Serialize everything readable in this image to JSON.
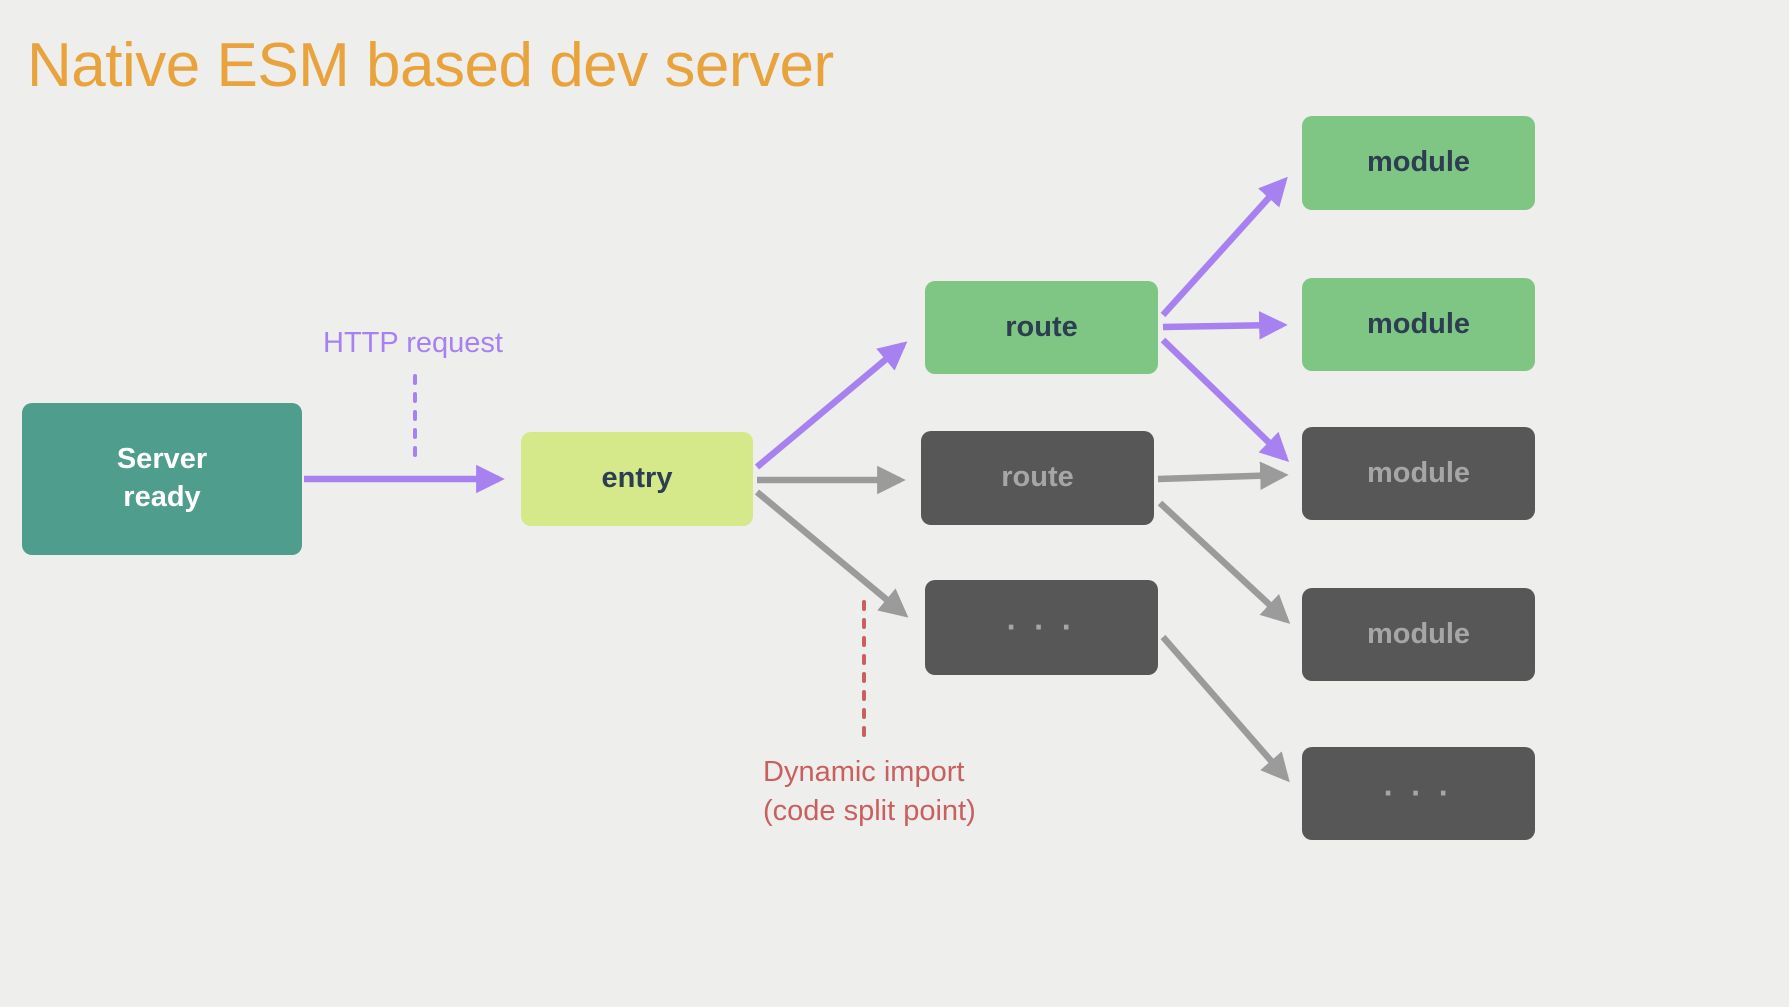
{
  "title": "Native ESM based dev server",
  "colors": {
    "background": "#eeeeec",
    "title": "#e9a33c",
    "purple": "#a881f0",
    "gray_arrow": "#9b9b9b",
    "teal_box": "#4e9d8d",
    "green_box": "#7fc685",
    "entry_box": "#d5e88a",
    "dark_box": "#575757",
    "dark_box_text": "#a6a6a6",
    "dark_text": "#2c3e50",
    "red": "#c96060"
  },
  "nodes": {
    "server": {
      "label": "Server\nready"
    },
    "entry": {
      "label": "entry"
    },
    "route_green": {
      "label": "route"
    },
    "route_gray": {
      "label": "route"
    },
    "route_more": {
      "label": "· · ·"
    },
    "module_green_1": {
      "label": "module"
    },
    "module_green_2": {
      "label": "module"
    },
    "module_gray_1": {
      "label": "module"
    },
    "module_gray_2": {
      "label": "module"
    },
    "module_more": {
      "label": "· · ·"
    }
  },
  "annotations": {
    "http_request": "HTTP request",
    "dynamic_import_line1": "Dynamic import",
    "dynamic_import_line2": "(code split point)"
  }
}
